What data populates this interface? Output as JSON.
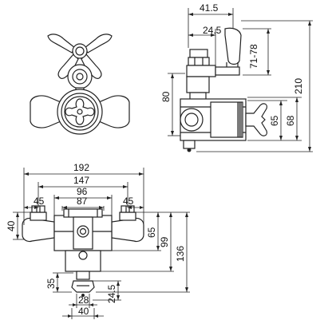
{
  "dimensions": {
    "side_top_width": "41.5",
    "side_inner_width": "24.5",
    "side_handle_height": "71-78",
    "side_total_height": "210",
    "side_mid_height": "80",
    "side_body_height_a": "65",
    "side_body_height_b": "68",
    "bottom_total_width": "192",
    "bottom_width_b": "147",
    "bottom_width_c": "96",
    "bottom_width_d": "87",
    "bottom_left_offset": "45",
    "bottom_right_offset": "45",
    "bottom_left_height": "40",
    "bottom_h_65": "65",
    "bottom_h_99": "99",
    "bottom_h_136": "136",
    "bottom_h_35": "35",
    "bottom_w_28": "28",
    "bottom_w_40": "40",
    "bottom_v_245": "24.5"
  }
}
